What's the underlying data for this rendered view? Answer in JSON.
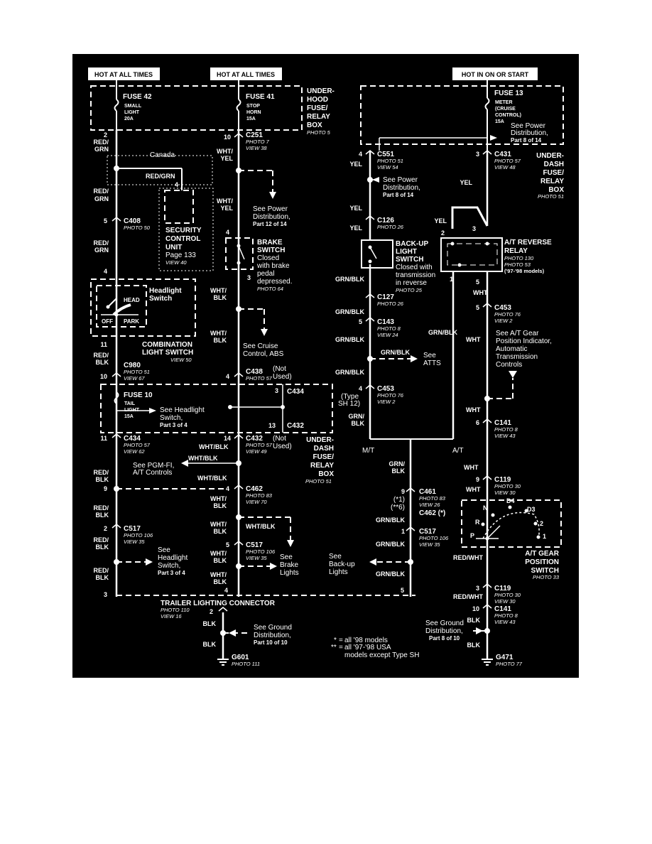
{
  "hot_labels": [
    "HOT AT ALL TIMES",
    "HOT AT ALL TIMES",
    "HOT IN ON OR START"
  ],
  "fuses": {
    "fuse42": {
      "name": "FUSE 42",
      "l1": "SMALL",
      "l2": "LIGHT",
      "l3": "20A"
    },
    "fuse41": {
      "name": "FUSE 41",
      "l1": "STOP",
      "l2": "HORN",
      "l3": "15A"
    },
    "fuse13": {
      "name": "FUSE 13",
      "l1": "METER",
      "l2": "(CRUISE",
      "l3": "CONTROL)",
      "l4": "15A"
    },
    "fuse10": {
      "name": "FUSE 10",
      "l1": "TAIL",
      "l2": "LIGHT",
      "l3": "15A"
    }
  },
  "boxes": {
    "underhood": [
      "UNDER-",
      "HOOD",
      "FUSE/",
      "RELAY",
      "BOX"
    ],
    "underhood_photo": "PHOTO 5",
    "underdash_right": [
      "UNDER-",
      "DASH",
      "FUSE/",
      "RELAY",
      "BOX"
    ],
    "underdash_right_photo": "PHOTO 51",
    "underdash_left": [
      "UNDER-",
      "DASH",
      "FUSE/",
      "RELAY",
      "BOX"
    ],
    "underdash_left_photo": "PHOTO 51"
  },
  "components": {
    "security": [
      "SECURITY",
      "CONTROL",
      "UNIT",
      "Page 133"
    ],
    "security_view": "VIEW 40",
    "canada": "Canada",
    "brake": [
      "BRAKE",
      "SWITCH",
      "Closed",
      "with brake",
      "pedal",
      "depressed."
    ],
    "brake_photo": "PHOTO 64",
    "headlight": [
      "Headlight",
      "Switch"
    ],
    "head": "HEAD",
    "off": "OFF",
    "park": "PARK",
    "combination": [
      "COMBINATION",
      "LIGHT SWITCH"
    ],
    "combination_view": "VIEW 50",
    "backup": [
      "BACK-UP",
      "LIGHT",
      "SWITCH",
      "Closed with",
      "transmission",
      "in reverse"
    ],
    "backup_photo": "PHOTO 25",
    "atrelay": [
      "A/T REVERSE",
      "RELAY"
    ],
    "atrelay_photos": [
      "PHOTO 130",
      "PHOTO 53",
      "('97-'98 models)"
    ],
    "atgear": [
      "A/T GEAR",
      "POSITION",
      "SWITCH"
    ],
    "atgear_photo": "PHOTO 33",
    "gear_letters": [
      "N",
      "D4",
      "D3",
      "R",
      "2",
      "P",
      "1"
    ],
    "trailer": "TRAILER LIGHTING CONNECTOR",
    "trailer_photo": "PHOTO 110",
    "trailer_view": "VIEW 16"
  },
  "connectors": {
    "c251": [
      "C251",
      "PHOTO 7",
      "VIEW 38"
    ],
    "c408": [
      "C408",
      "PHOTO 50"
    ],
    "c980": [
      "C980",
      "PHOTO 51",
      "VIEW 67"
    ],
    "c438": [
      "C438",
      "PHOTO 57"
    ],
    "c434a": "C434",
    "c432a": "C432",
    "c434b": [
      "C434",
      "PHOTO 57",
      "VIEW 62"
    ],
    "c432b": [
      "C432",
      "PHOTO 57",
      "VIEW 49"
    ],
    "c462": [
      "C462",
      "PHOTO 83",
      "VIEW 70"
    ],
    "c517a": [
      "C517",
      "PHOTO 106",
      "VIEW 35"
    ],
    "c517b": [
      "C517",
      "PHOTO 106",
      "VIEW 35"
    ],
    "c551": [
      "C551",
      "PHOTO 51",
      "VIEW 54"
    ],
    "c431": [
      "C431",
      "PHOTO 57",
      "VIEW 48"
    ],
    "c126": [
      "C126",
      "PHOTO 26"
    ],
    "c127": [
      "C127",
      "PHOTO 26"
    ],
    "c143": [
      "C143",
      "PHOTO 8",
      "VIEW 24"
    ],
    "c453a": [
      "C453",
      "PHOTO 76",
      "VIEW 2"
    ],
    "c453b": [
      "C453",
      "PHOTO 76",
      "VIEW 2"
    ],
    "c141a": [
      "C141",
      "PHOTO 8",
      "VIEW 43"
    ],
    "c119a": [
      "C119",
      "PHOTO 30",
      "VIEW 30"
    ],
    "c461": [
      "C461",
      "PHOTO 83",
      "VIEW 26"
    ],
    "c462b": "C462 (*)",
    "c517c": [
      "C517",
      "PHOTO 106",
      "VIEW 35"
    ],
    "c119b": [
      "C119",
      "PHOTO 30",
      "VIEW 30"
    ],
    "c141b": [
      "C141",
      "PHOTO 8",
      "VIEW 43"
    ],
    "g601": [
      "G601",
      "PHOTO 111"
    ],
    "g471": [
      "G471",
      "PHOTO 77"
    ]
  },
  "wires": {
    "red_grn": [
      "RED/",
      "GRN"
    ],
    "red_grn_h": "RED/GRN",
    "wht_yel": [
      "WHT/",
      "YEL"
    ],
    "wht_blk": [
      "WHT/",
      "BLK"
    ],
    "wht_blk_h": "WHT/BLK",
    "red_blk": [
      "RED/",
      "BLK"
    ],
    "yel": "YEL",
    "grn_blk_h": "GRN/BLK",
    "grn_blk": [
      "GRN/",
      "BLK"
    ],
    "wht": "WHT",
    "red_wht_h": "RED/WHT",
    "blk": "BLK"
  },
  "refs": {
    "power12": [
      "See Power",
      "Distribution,",
      "Part 12 of 14"
    ],
    "power8a": [
      "See Power",
      "Distribution,",
      "Part 8 of 14"
    ],
    "power8b": [
      "See Power",
      "Distribution,",
      "Part 8 of 14"
    ],
    "cruise": [
      "See Cruise",
      "Control, ABS"
    ],
    "headlight3a": [
      "See Headlight",
      "Switch,",
      "Part 3 of 4"
    ],
    "headlight3b": [
      "See",
      "Headlight",
      "Switch,",
      "Part 3 of 4"
    ],
    "pgmfi": [
      "See PGM-FI,",
      "A/T Controls"
    ],
    "brakelights": [
      "See",
      "Brake",
      "Lights"
    ],
    "backuplights": [
      "See",
      "Back-up",
      "Lights"
    ],
    "atts": [
      "See",
      "ATTS"
    ],
    "atgear_ind": [
      "See A/T Gear",
      "Position Indicator,",
      "Automatic",
      "Transmission",
      "Controls"
    ],
    "ground10": [
      "See Ground",
      "Distribution,",
      "Part 10 of 10"
    ],
    "ground8": [
      "See Ground",
      "Distribution,",
      "Part 8 of 10"
    ]
  },
  "misc": {
    "not_used": [
      "(Not",
      "Used)"
    ],
    "type_sh": [
      "(Type",
      "SH 12)"
    ],
    "mt": "M/T",
    "at": "A/T",
    "note1": [
      "*",
      "=",
      "all '98 models"
    ],
    "note2": [
      "**",
      "=",
      "all '97-'98 USA",
      "models except Type SH"
    ],
    "c461_notes": [
      "(*1)",
      "(**6)"
    ]
  }
}
